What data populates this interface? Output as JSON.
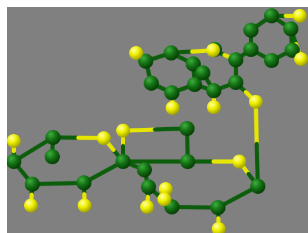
{
  "viewer": {
    "background_color": "#808080"
  },
  "colors": {
    "green_atom": "#0f6b12",
    "green_highlight": "#2fa02f",
    "yellow_atom": "#eaea00",
    "yellow_highlight": "#ffff8c",
    "green_bond": "#0c5e0c",
    "yellow_bond": "#e6e600"
  },
  "molecule": {
    "atoms": [
      {
        "id": "a1",
        "el": "green"
      },
      {
        "id": "a2",
        "el": "green"
      },
      {
        "id": "a3",
        "el": "green"
      },
      {
        "id": "a4",
        "el": "green"
      },
      {
        "id": "a5",
        "el": "green"
      },
      {
        "id": "a6",
        "el": "green"
      },
      {
        "id": "a7",
        "el": "green"
      },
      {
        "id": "a8",
        "el": "green"
      },
      {
        "id": "a9",
        "el": "green"
      },
      {
        "id": "a10",
        "el": "green"
      },
      {
        "id": "a11",
        "el": "green"
      },
      {
        "id": "a12",
        "el": "green"
      },
      {
        "id": "a13",
        "el": "green"
      },
      {
        "id": "a14",
        "el": "green"
      },
      {
        "id": "a15",
        "el": "green"
      },
      {
        "id": "a16",
        "el": "green"
      },
      {
        "id": "a17",
        "el": "green"
      },
      {
        "id": "a18",
        "el": "green"
      },
      {
        "id": "a19",
        "el": "green"
      },
      {
        "id": "a20",
        "el": "green"
      },
      {
        "id": "a21",
        "el": "green"
      },
      {
        "id": "a22",
        "el": "green"
      },
      {
        "id": "a23",
        "el": "green"
      },
      {
        "id": "a24",
        "el": "green"
      },
      {
        "id": "a25",
        "el": "green"
      },
      {
        "id": "a26",
        "el": "green"
      },
      {
        "id": "a27",
        "el": "green"
      },
      {
        "id": "a28",
        "el": "green"
      },
      {
        "id": "a29",
        "el": "green"
      },
      {
        "id": "a30",
        "el": "green"
      },
      {
        "id": "y1",
        "el": "yellow"
      },
      {
        "id": "y2",
        "el": "yellow"
      },
      {
        "id": "y3",
        "el": "yellow"
      },
      {
        "id": "y4",
        "el": "yellow"
      },
      {
        "id": "y5",
        "el": "yellow"
      },
      {
        "id": "y6",
        "el": "yellow"
      },
      {
        "id": "y7",
        "el": "yellow"
      },
      {
        "id": "y8",
        "el": "yellow"
      },
      {
        "id": "y9",
        "el": "yellow"
      },
      {
        "id": "y10",
        "el": "yellow"
      },
      {
        "id": "y11",
        "el": "yellow"
      },
      {
        "id": "y12",
        "el": "yellow"
      },
      {
        "id": "y13",
        "el": "yellow"
      },
      {
        "id": "y14",
        "el": "yellow"
      },
      {
        "id": "y15",
        "el": "yellow"
      },
      {
        "id": "y16",
        "el": "yellow"
      },
      {
        "id": "y17",
        "el": "yellow"
      }
    ],
    "bonds": [
      [
        "a1",
        "a2"
      ],
      [
        "a2",
        "a3"
      ],
      [
        "a3",
        "a4"
      ],
      [
        "a4",
        "a5"
      ],
      [
        "a5",
        "a6"
      ],
      [
        "a6",
        "a1"
      ],
      [
        "a7",
        "a8"
      ],
      [
        "a8",
        "a9"
      ],
      [
        "a9",
        "a10"
      ],
      [
        "a10",
        "a11"
      ],
      [
        "a11",
        "a3"
      ],
      [
        "a7",
        "a2"
      ],
      [
        "a8",
        "a12"
      ],
      [
        "a12",
        "a13"
      ],
      [
        "a13",
        "a14"
      ],
      [
        "a14",
        "a15"
      ],
      [
        "a15",
        "a16"
      ],
      [
        "a16",
        "a12"
      ],
      [
        "a17",
        "a18"
      ],
      [
        "a18",
        "a19"
      ],
      [
        "a19",
        "a20"
      ],
      [
        "a17",
        "a21"
      ],
      [
        "a18",
        "a22"
      ],
      [
        "a20",
        "a23"
      ],
      [
        "a23",
        "a24"
      ],
      [
        "a24",
        "a25"
      ],
      [
        "a25",
        "a26"
      ],
      [
        "a26",
        "a27"
      ],
      [
        "a27",
        "a28"
      ],
      [
        "a28",
        "a29"
      ],
      [
        "a29",
        "a30"
      ],
      [
        "a24",
        "a27"
      ],
      [
        "a7",
        "y1"
      ],
      [
        "y1",
        "a6"
      ],
      [
        "a1",
        "y2"
      ],
      [
        "a4",
        "y3"
      ],
      [
        "a5",
        "y4"
      ],
      [
        "a15",
        "y5"
      ],
      [
        "a14",
        "y6"
      ],
      [
        "a9",
        "y7"
      ],
      [
        "y7",
        "a25"
      ],
      [
        "a10",
        "y8"
      ],
      [
        "y9",
        "a19"
      ],
      [
        "y9",
        "a20"
      ],
      [
        "y10",
        "a21"
      ],
      [
        "y10",
        "a23"
      ],
      [
        "y11",
        "a17"
      ],
      [
        "y12",
        "a22"
      ],
      [
        "y13",
        "a22"
      ],
      [
        "y14",
        "a26"
      ],
      [
        "y14",
        "a28"
      ],
      [
        "y15",
        "a29"
      ],
      [
        "y16",
        "a30"
      ],
      [
        "y17",
        "a30"
      ],
      [
        "a25",
        "a24"
      ]
    ]
  }
}
